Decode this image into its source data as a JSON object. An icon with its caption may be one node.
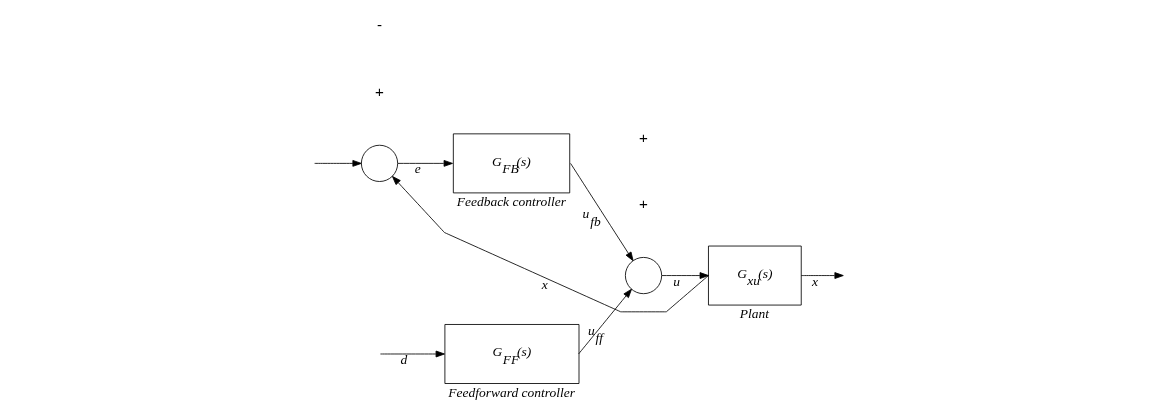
{
  "diagram": {
    "nodes": [
      {
        "text": [
          "G$_{FF}$(s)"
        ],
        "beside": [
          "Feedforward controller"
        ]
      },
      {
        "text": [],
        "shape": "circle"
      },
      {
        "text": [
          "G$_{FB}$(s)"
        ],
        "beside": [
          "Feedback controller"
        ]
      },
      {
        "text": [],
        "shape": "circle"
      },
      {
        "text": [
          "G$_{xu}$(s)"
        ],
        "beside": [
          "Plant"
        ]
      }
    ],
    "edges": [
      {
        "from": null,
        "to": 0,
        "arrow": "to",
        "label": "d"
      },
      {
        "from": null,
        "to": 1,
        "arrow": "to"
      },
      {
        "from": 0,
        "to": 3,
        "arrow": "to",
        "label": "u$_{ff}$"
      },
      {
        "from": 1,
        "to": 2,
        "arrow": "to",
        "label": "e"
      },
      {
        "from": 2,
        "to": 3,
        "arrow": "to",
        "label": "u$_{fb}$"
      },
      {
        "from": 3,
        "to": 4,
        "arrow": "to",
        "label": "u"
      },
      {
        "from": 4,
        "to": null,
        "arrow": "to",
        "label": "x"
      },
      {
        "from": 4,
        "to": 1,
        "arrow": "to",
        "label": "x"
      }
    ],
    "labels": [
      "+",
      "+",
      "-",
      "+"
    ]
  }
}
